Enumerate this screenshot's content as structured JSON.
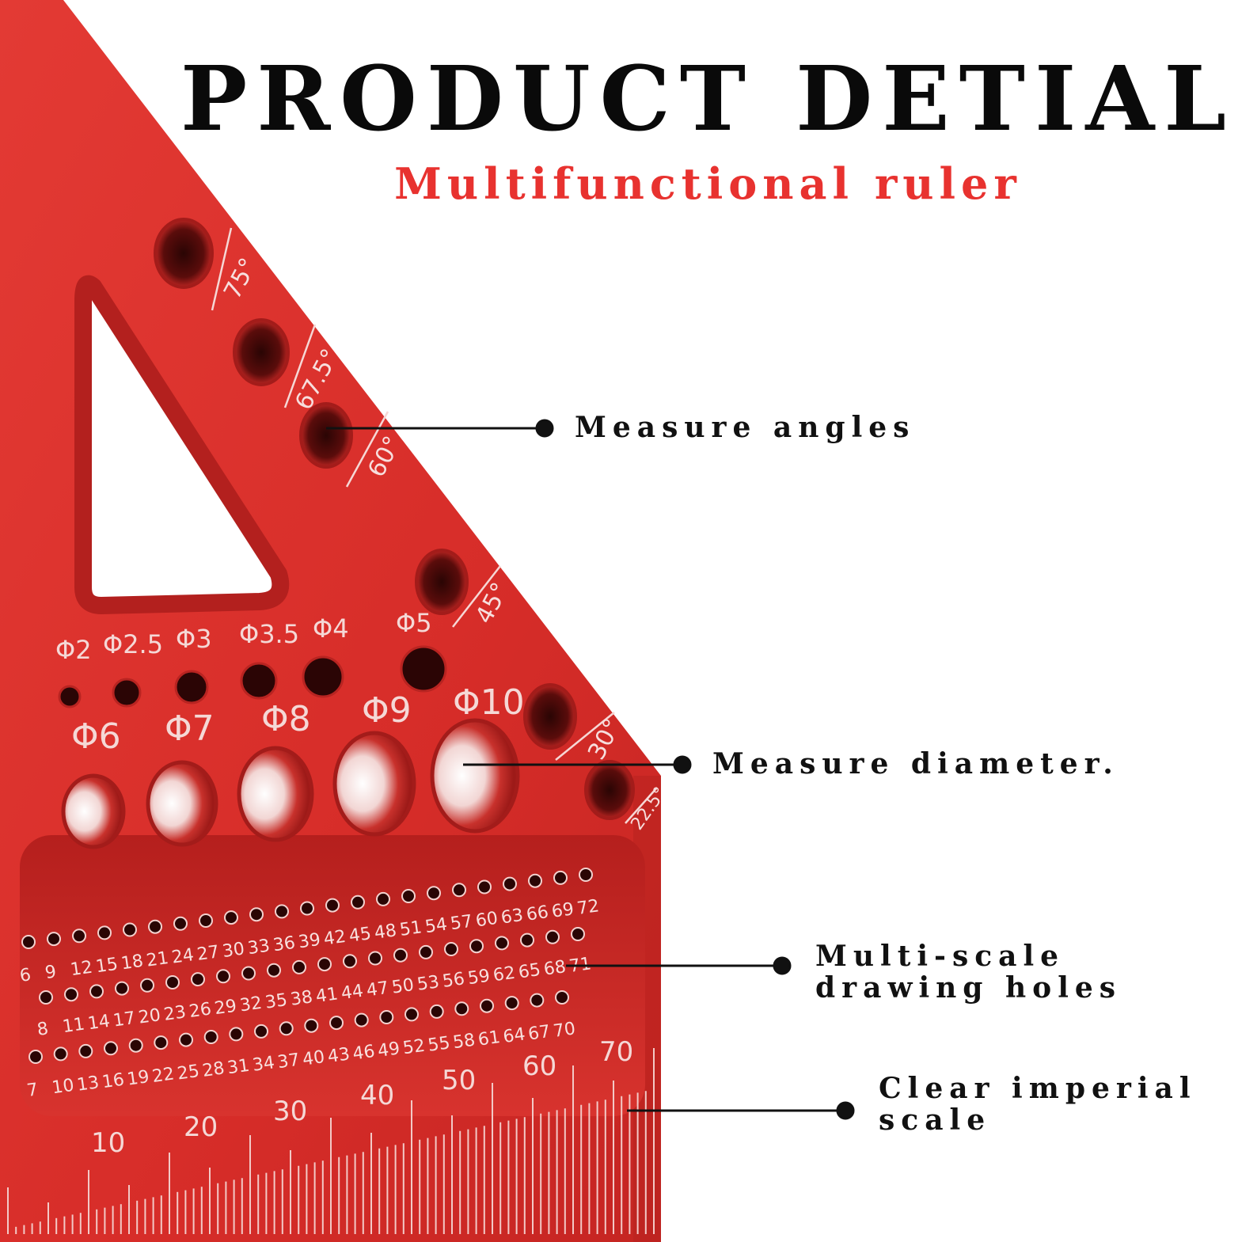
{
  "title": "PRODUCT DETIAL",
  "subtitle": "Multifunctional ruler",
  "callouts": {
    "angles": "Measure angles",
    "diameter": "Measure diameter.",
    "holes_line1": "Multi-scale",
    "holes_line2": "drawing holes",
    "scale_line1": "Clear imperial",
    "scale_line2": "scale"
  },
  "ruler": {
    "angle_labels": [
      "75°",
      "67.5°",
      "60°",
      "45°",
      "30°",
      "22.5°"
    ],
    "small_hole_labels": [
      "Φ2",
      "Φ2.5",
      "Φ3",
      "Φ3.5",
      "Φ4",
      "Φ5"
    ],
    "large_hole_labels": [
      "Φ6",
      "Φ7",
      "Φ8",
      "Φ9",
      "Φ10"
    ],
    "scale_labels": [
      "10",
      "20",
      "30",
      "40",
      "50",
      "60",
      "70"
    ],
    "hole_row_1": [
      "6",
      "9",
      "12",
      "15",
      "18",
      "21",
      "24",
      "27",
      "30",
      "33",
      "36",
      "39",
      "42",
      "45",
      "48",
      "51",
      "54",
      "57",
      "60",
      "63",
      "66",
      "69",
      "72"
    ],
    "hole_row_2": [
      "8",
      "11",
      "14",
      "17",
      "20",
      "23",
      "26",
      "29",
      "32",
      "35",
      "38",
      "41",
      "44",
      "47",
      "50",
      "53",
      "56",
      "59",
      "62",
      "65",
      "68",
      "71"
    ],
    "hole_row_3": [
      "7",
      "10",
      "13",
      "16",
      "19",
      "22",
      "25",
      "28",
      "31",
      "34",
      "37",
      "40",
      "43",
      "46",
      "49",
      "52",
      "55",
      "58",
      "61",
      "64",
      "67",
      "70"
    ]
  },
  "colors": {
    "ruler_red": "#d9302c",
    "ruler_dark": "#a81b19",
    "accent_red": "#e8322f",
    "text_black": "#111111"
  }
}
